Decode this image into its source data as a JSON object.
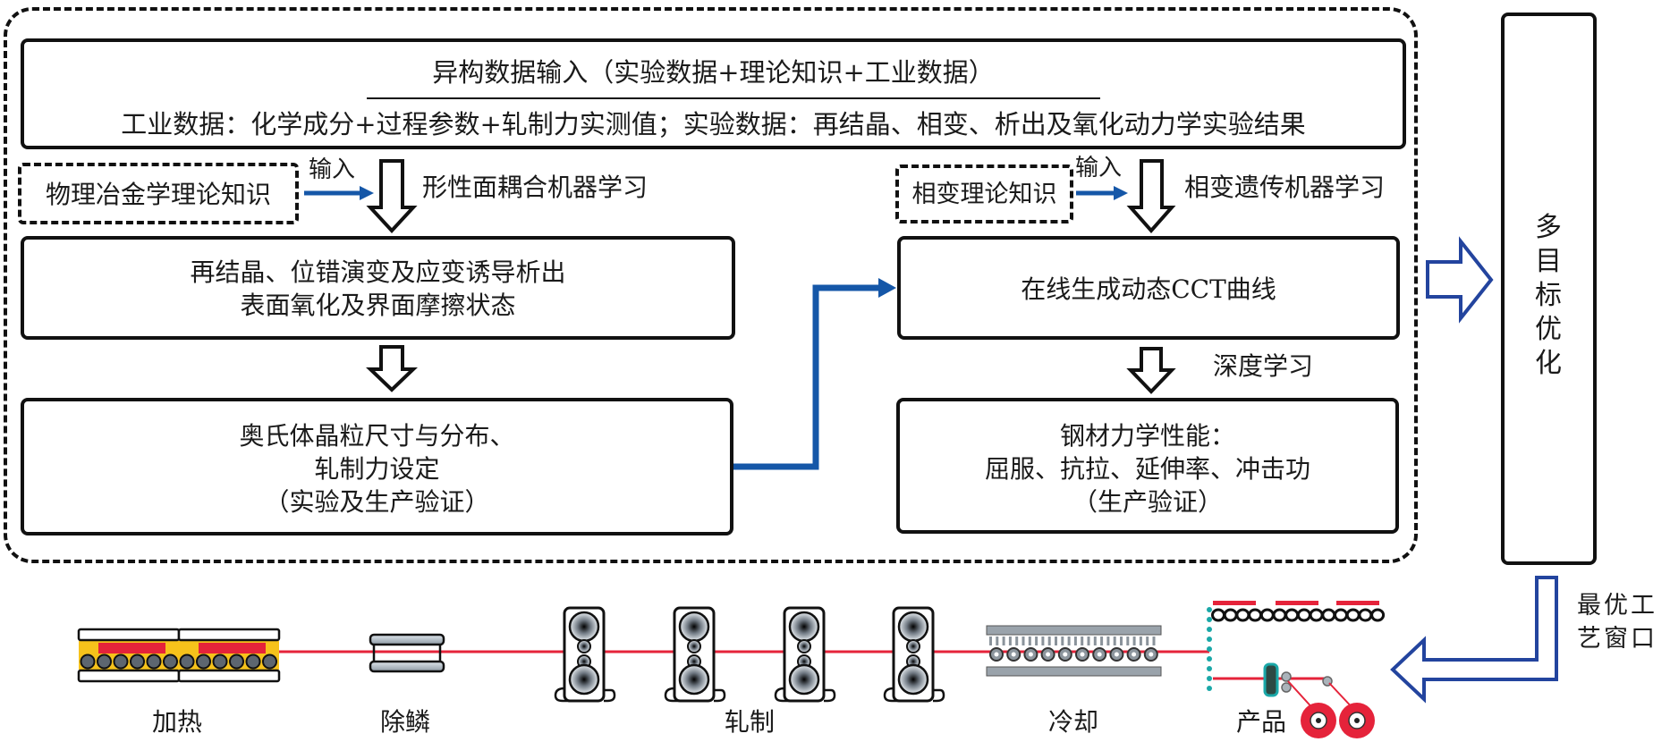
{
  "colors": {
    "stroke": "#111111",
    "blue_connector": "#1557a8",
    "blue_outline_arrow": "#23449e",
    "strip_red": "#e5233a",
    "furnace_yellow": "#f6c21b",
    "roller_gray": "#5d6670",
    "teal": "#1aa8a8"
  },
  "input_box": {
    "title": "异构数据输入（实验数据+理论知识+工业数据）",
    "detail": "工业数据：化学成分+过程参数+轧制力实测值；实验数据：再结晶、相变、析出及氧化动力学实验结果"
  },
  "left_branch": {
    "knowledge_box": "物理冶金学理论知识",
    "input_label": "输入",
    "method_label": "形性面耦合机器学习",
    "box1_lines": [
      "再结晶、位错演变及应变诱导析出",
      "表面氧化及界面摩擦状态"
    ],
    "box2_lines": [
      "奥氏体晶粒尺寸与分布、",
      "轧制力设定",
      "（实验及生产验证）"
    ]
  },
  "right_branch": {
    "knowledge_box": "相变理论知识",
    "input_label": "输入",
    "method_label": "相变遗传机器学习",
    "box1_lines": [
      "在线生成动态CCT曲线"
    ],
    "step_label": "深度学习",
    "box2_lines": [
      "钢材力学性能：",
      "屈服、抗拉、延伸率、冲击功",
      "（生产验证）"
    ]
  },
  "optimization": {
    "label_chars": [
      "多",
      "目",
      "标",
      "优",
      "化"
    ],
    "output_label_lines": [
      "最优工",
      "艺窗口"
    ]
  },
  "process_line": {
    "stages": [
      {
        "name": "heating",
        "label": "加热"
      },
      {
        "name": "descaling",
        "label": "除鳞"
      },
      {
        "name": "rolling",
        "label": "轧制",
        "stand_count": 4
      },
      {
        "name": "cooling",
        "label": "冷却"
      },
      {
        "name": "product",
        "label": "产品"
      }
    ]
  }
}
